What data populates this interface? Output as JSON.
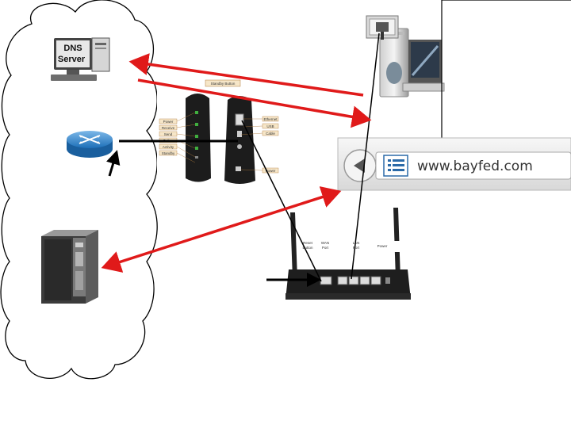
{
  "diagram": {
    "dns_server": {
      "label_line1": "DNS",
      "label_line2": "Server"
    },
    "browser": {
      "url": "www.bayfed.com"
    },
    "modem": {
      "title_label": "Standby Button",
      "left_labels": [
        "Power",
        "Receive",
        "Send",
        "Online",
        "Activity",
        "Standby"
      ],
      "right_labels": [
        "Ethernet",
        "USB",
        "Cable",
        "Power"
      ]
    },
    "router": {
      "port_labels": [
        "Reset",
        "Button",
        "WAN",
        "Port",
        "LAN",
        "Port",
        "Power"
      ]
    },
    "colors": {
      "arrow_red": "#e01a1a",
      "cable_black": "#000000",
      "cloud_outline": "#000000"
    },
    "icons": [
      "cloud-shape",
      "dns-server-icon",
      "router-disc-icon",
      "tower-server-icon",
      "desktop-pc-icon",
      "cable-modem-icon",
      "wireless-router-icon",
      "browser-back-icon",
      "page-favicon-icon"
    ]
  }
}
